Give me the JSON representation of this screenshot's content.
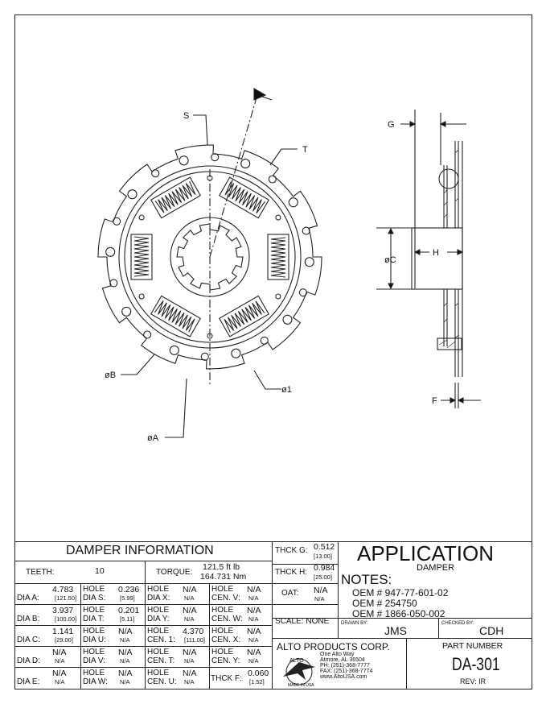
{
  "drawing": {
    "labels": {
      "s": "S",
      "t": "T",
      "b": "øB",
      "one": "ø1",
      "a": "øA",
      "g": "G",
      "c": "øC",
      "h": "H",
      "f": "F"
    }
  },
  "info": {
    "title": "DAMPER INFORMATION",
    "teeth_label": "TEETH:",
    "teeth_value": "10",
    "torque_label": "TORQUE:",
    "torque_ft": "121.5 ft lb",
    "torque_nm": "164.731 Nm",
    "rows": [
      {
        "c1": {
          "l": "DIA A:",
          "v": "4.783",
          "s": "[121.50]"
        },
        "c2": {
          "l1": "HOLE",
          "l2": "DIA S:",
          "v": "0.236",
          "s": "[5.99]"
        },
        "c3": {
          "l1": "HOLE",
          "l2": "DIA X:",
          "v": "N/A",
          "s": "N/A"
        },
        "c4": {
          "l1": "HOLE",
          "l2": "CEN. V:",
          "v": "N/A",
          "s": "N/A"
        }
      },
      {
        "c1": {
          "l": "DIA B:",
          "v": "3.937",
          "s": "[100.00]"
        },
        "c2": {
          "l1": "HOLE",
          "l2": "DIA T:",
          "v": "0.201",
          "s": "[5.11]"
        },
        "c3": {
          "l1": "HOLE",
          "l2": "DIA Y:",
          "v": "N/A",
          "s": "N/A"
        },
        "c4": {
          "l1": "HOLE",
          "l2": "CEN. W:",
          "v": "N/A",
          "s": "N/A"
        }
      },
      {
        "c1": {
          "l": "DIA C:",
          "v": "1.141",
          "s": "[29.00]"
        },
        "c2": {
          "l1": "HOLE",
          "l2": "DIA U:",
          "v": "N/A",
          "s": "N/A"
        },
        "c3": {
          "l1": "HOLE",
          "l2": "CEN. 1:",
          "v": "4.370",
          "s": "[111.00]"
        },
        "c4": {
          "l1": "HOLE",
          "l2": "CEN. X:",
          "v": "N/A",
          "s": "N/A"
        }
      },
      {
        "c1": {
          "l": "DIA D:",
          "v": "N/A",
          "s": "N/A"
        },
        "c2": {
          "l1": "HOLE",
          "l2": "DIA V:",
          "v": "N/A",
          "s": "N/A"
        },
        "c3": {
          "l1": "HOLE",
          "l2": "CEN. T:",
          "v": "N/A",
          "s": "N/A"
        },
        "c4": {
          "l1": "HOLE",
          "l2": "CEN. Y:",
          "v": "N/A",
          "s": "N/A"
        }
      },
      {
        "c1": {
          "l": "DIA E:",
          "v": "N/A",
          "s": "N/A"
        },
        "c2": {
          "l1": "HOLE",
          "l2": "DIA W:",
          "v": "N/A",
          "s": "N/A"
        },
        "c3": {
          "l1": "HOLE",
          "l2": "CEN. U:",
          "v": "N/A",
          "s": "N/A"
        },
        "c4": {
          "l1": "THCK F:",
          "v": "0.060",
          "s": "[1.52]"
        }
      }
    ],
    "thck_g": {
      "l": "THCK G:",
      "v": "0.512",
      "s": "[13.00]"
    },
    "thck_h": {
      "l": "THCK H:",
      "v": "0.984",
      "s": "[25.00]"
    },
    "oat": {
      "l": "OAT:",
      "v": "N/A",
      "s": "N/A"
    },
    "scale": "SCALE: NONE"
  },
  "app": {
    "title": "APPLICATION",
    "subtitle": "DAMPER",
    "notes_label": "NOTES:",
    "notes": [
      "OEM # 947-77-601-02",
      "OEM  # 254750",
      "OEM # 1866-050-002"
    ]
  },
  "titleblock": {
    "drawn_by_label": "DRAWN BY:",
    "drawn_by": "JMS",
    "checked_by_label": "CHECKED BY:",
    "checked_by": "CDH",
    "company": "ALTO PRODUCTS CORP.",
    "address": [
      "One Alto Way",
      "Atmore, AL  36504",
      "PH: (251)-368-7777",
      "FAX: (251)-368-7774",
      "www.AltoUSA.com"
    ],
    "logo_text": "ALTO",
    "logo_sub": "MADE IN USA",
    "part_number_label": "PART NUMBER",
    "part_number": "DA-301",
    "rev": "REV: IR"
  }
}
